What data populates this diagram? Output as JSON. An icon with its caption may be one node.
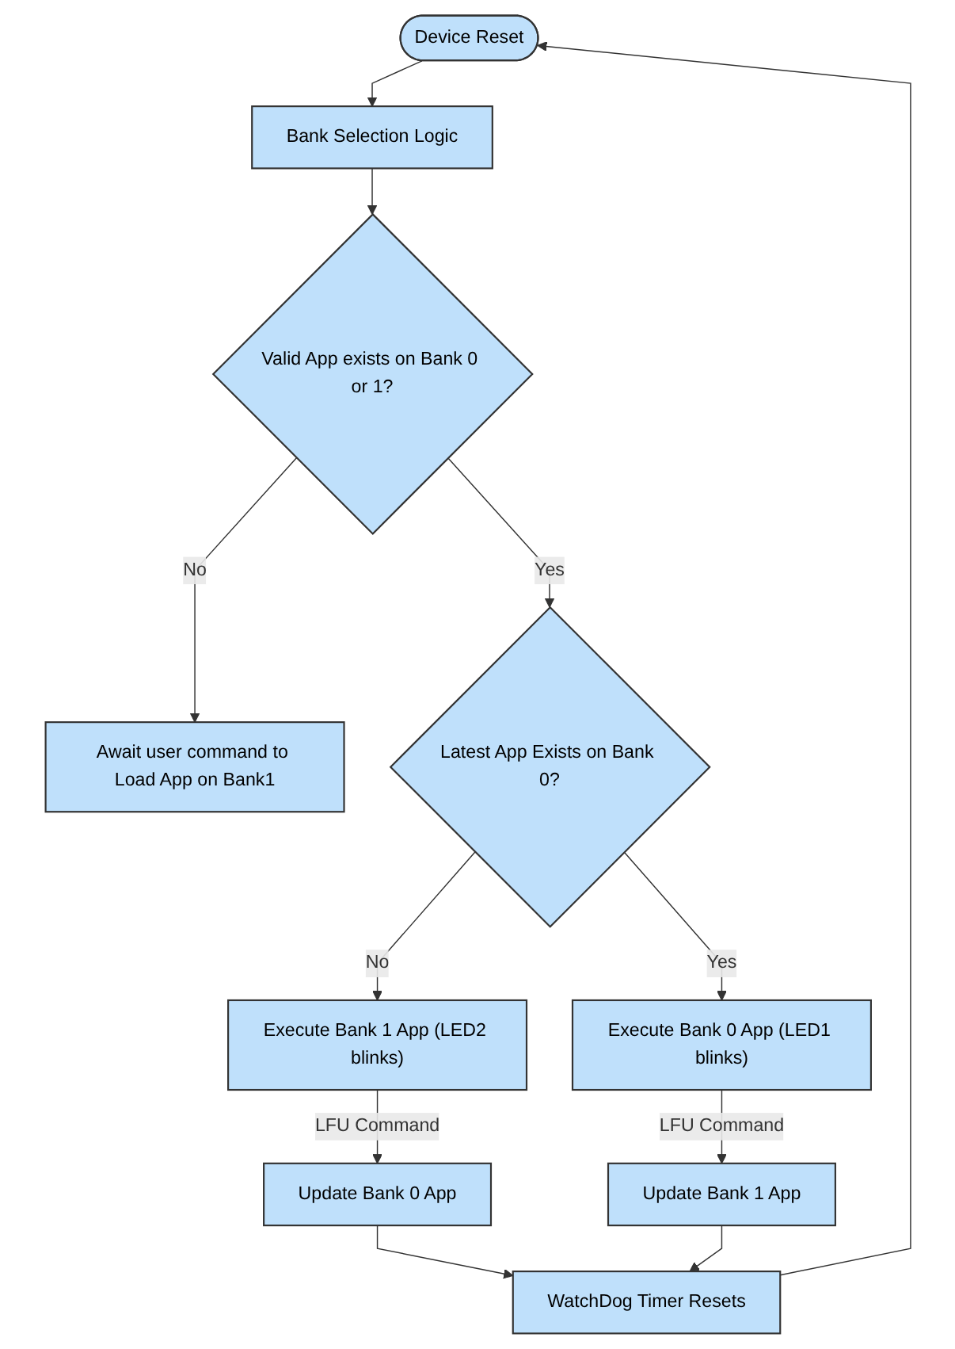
{
  "diagram": {
    "nodes": [
      {
        "text": [
          "Device Reset"
        ]
      },
      {
        "text": [
          "Bank Selection Logic"
        ]
      },
      {
        "text": [
          "Valid App exists on Bank 0 or 1?"
        ]
      },
      {
        "text": [
          "Await user command to Load App on Bank1"
        ]
      },
      {
        "text": [
          "Latest App Exists on Bank 0?"
        ]
      },
      {
        "text": [
          "Execute Bank 1 App (LED2 blinks)"
        ]
      },
      {
        "text": [
          "Execute Bank 0 App (LED1 blinks)"
        ]
      },
      {
        "text": [
          "Update Bank 0 App"
        ]
      },
      {
        "text": [
          "Update Bank 1 App"
        ]
      },
      {
        "text": [
          "WatchDog Timer Resets"
        ]
      }
    ],
    "edges": [
      {
        "from": 0,
        "to": 1,
        "arrow": "to"
      },
      {
        "from": 1,
        "to": 2,
        "arrow": "to"
      },
      {
        "from": 2,
        "to": 3,
        "arrow": "to",
        "label": "No"
      },
      {
        "from": 2,
        "to": 4,
        "arrow": "to",
        "label": "Yes"
      },
      {
        "from": 4,
        "to": 5,
        "arrow": "to",
        "label": "No"
      },
      {
        "from": 4,
        "to": 6,
        "arrow": "to",
        "label": "Yes"
      },
      {
        "from": 5,
        "to": 7,
        "arrow": "to",
        "label": "LFU Command"
      },
      {
        "from": 6,
        "to": 8,
        "arrow": "to",
        "label": "LFU Command"
      },
      {
        "from": 7,
        "to": 9,
        "arrow": "to"
      },
      {
        "from": 8,
        "to": 9,
        "arrow": "to"
      },
      {
        "from": 9,
        "to": 0,
        "arrow": "to"
      }
    ]
  }
}
